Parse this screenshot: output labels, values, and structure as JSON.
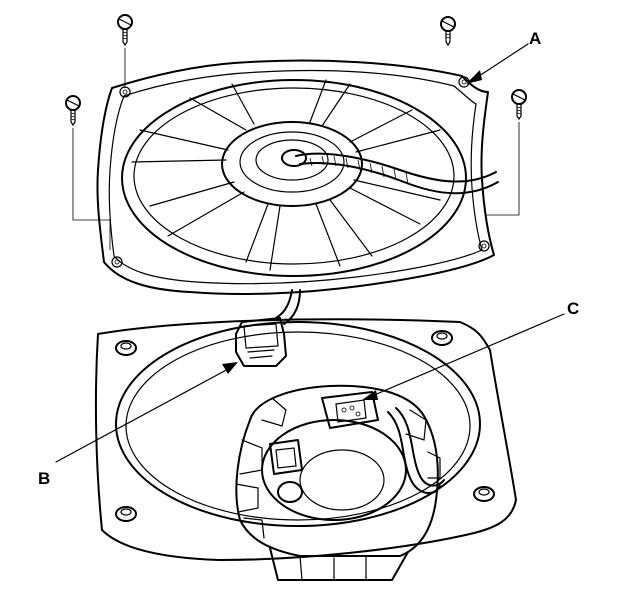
{
  "callouts": {
    "a": "A",
    "b": "B",
    "c": "C"
  },
  "colors": {
    "ink": "#000000",
    "paper": "#ffffff"
  },
  "icons": [
    "screw-icon",
    "speaker-cover-plate",
    "speaker-cone",
    "wire-harness-connector",
    "fuel-pump-module"
  ]
}
